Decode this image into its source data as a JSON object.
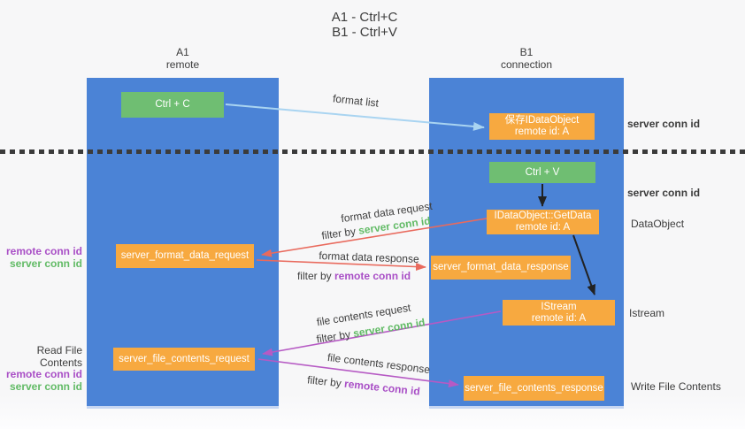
{
  "title": {
    "line1": "A1 - Ctrl+C",
    "line2": "B1 - Ctrl+V"
  },
  "columns": {
    "a": {
      "id": "A1",
      "role": "remote"
    },
    "b": {
      "id": "B1",
      "role": "connection"
    }
  },
  "nodes": {
    "ctrl_c": {
      "label": "Ctrl + C"
    },
    "save_idataobject": {
      "line1": "保存IDataObject",
      "line2": "remote id: A"
    },
    "ctrl_v": {
      "label": "Ctrl + V"
    },
    "getdata": {
      "line1": "IDataObject::GetData",
      "line2": "remote id: A"
    },
    "istream": {
      "line1": "IStream",
      "line2": "remote id: A"
    },
    "format_request": {
      "label": "server_format_data_request"
    },
    "format_response": {
      "label": "server_format_data_response"
    },
    "file_request": {
      "label": "server_file_contents_request"
    },
    "file_response": {
      "label": "server_file_contents_response"
    }
  },
  "flow_labels": {
    "format_list": "format list",
    "format_data_request": "format data request",
    "format_data_request_filter": {
      "prefix": "filter by",
      "key": "server conn id"
    },
    "format_data_response": "format data response",
    "format_data_response_filter": {
      "prefix": "filter by",
      "key": "remote conn id"
    },
    "file_contents_request": "file contents request",
    "file_contents_request_filter": {
      "prefix": "filter by",
      "key": "server conn id"
    },
    "file_contents_response": "file contents response",
    "file_contents_response_filter": {
      "prefix": "filter by",
      "key": "remote conn id"
    }
  },
  "side_labels": {
    "left": {
      "format_remote_conn_id": "remote conn id",
      "format_server_conn_id": "server conn id",
      "read_file_contents": "Read File Contents",
      "file_remote_conn_id": "remote conn id",
      "file_server_conn_id": "server conn id"
    },
    "right": {
      "save_server_conn_id": "server conn id",
      "paste_server_conn_id": "server conn id",
      "dataobject": "DataObject",
      "istream": "Istream",
      "write_file_contents": "Write File Contents"
    }
  },
  "colors": {
    "lane_blue": "#4b83d6",
    "action_green": "#6fbe72",
    "object_orange": "#f7a940",
    "arrow_format_list": "#a9d4f1",
    "arrow_format_data": "#e96a5d",
    "arrow_file_contents": "#b65ac4",
    "arrow_sequence": "#222222",
    "server_conn_text": "#62bb66",
    "remote_conn_text": "#a94fc6"
  }
}
